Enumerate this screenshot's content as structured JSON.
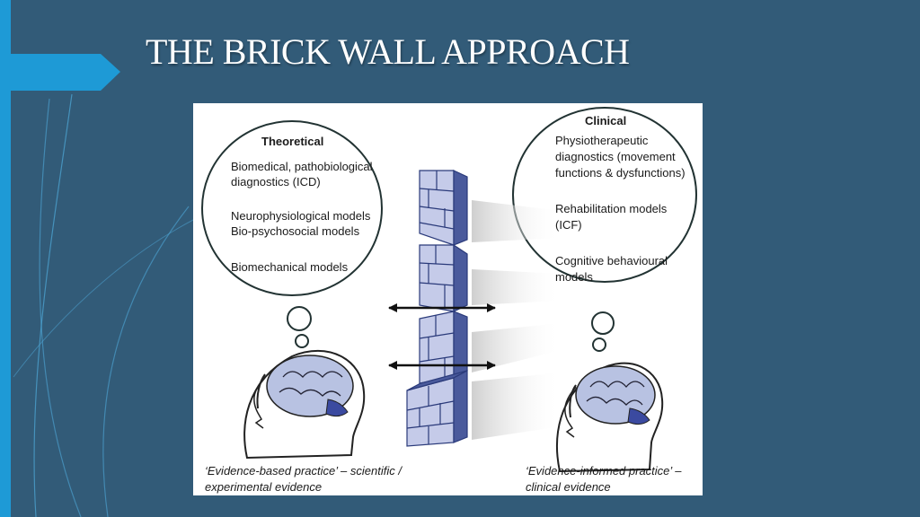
{
  "slide": {
    "title": "THE BRICK WALL APPROACH"
  },
  "colors": {
    "background": "#325b78",
    "accent": "#1e9ad6",
    "brick": "#c5cbe9",
    "brick_dark": "#4a5a9c",
    "brain": "#b8c2e2"
  },
  "left": {
    "heading": "Theoretical",
    "item1_line1": "Biomedical, pathobiological",
    "item1_line2": "diagnostics (ICD)",
    "item2_line1": "Neurophysiological models",
    "item2_line2": "Bio-psychosocial models",
    "item3": "Biomechanical models",
    "caption_line1": "‘Evidence-based practice’ – scientific /",
    "caption_line2": "experimental evidence"
  },
  "right": {
    "heading": "Clinical",
    "item1_line1": "Physiotherapeutic",
    "item1_line2": "diagnostics (movement",
    "item1_line3": "functions & dysfunctions)",
    "item2_line1": "Rehabilitation models",
    "item2_line2": "(ICF)",
    "item3_line1": "Cognitive behavioural",
    "item3_line2": "models",
    "caption_line1": "‘Evidence-informed practice’ –",
    "caption_line2": "clinical evidence"
  }
}
